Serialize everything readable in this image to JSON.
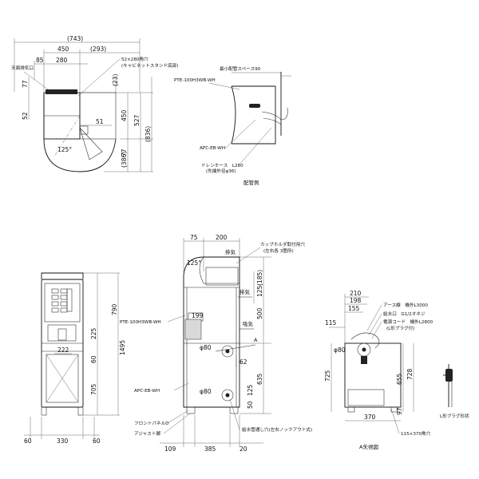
{
  "top_plan": {
    "dim_total": "(743)",
    "dim_450": "450",
    "dim_293": "(293)",
    "dim_85": "85",
    "dim_280": "280",
    "dim_23": "(23)",
    "dim_77": "77",
    "dim_52": "52",
    "dim_51": "51",
    "dim_450v": "450",
    "dim_527": "527",
    "dim_836": "(836)",
    "dim_77b": "77",
    "dim_386": "(386)",
    "angle": "125°",
    "label_hole": "52×280角穴",
    "label_stand": "(キャビネットスタンド底部)",
    "label_vent": "天面排気口"
  },
  "piping": {
    "label_space": "最小配管スペース90",
    "label_unit": "PTE-100H3WB-WH",
    "label_cabinet": "APC-EB-WH",
    "label_hose": "ドレンホース　L280",
    "label_hose_note": "(先端外径φ36)",
    "caption": "配管例"
  },
  "front": {
    "dim_790": "790",
    "dim_1495": "1495",
    "dim_225": "225",
    "dim_60a": "60",
    "dim_705": "705",
    "dim_222": "222",
    "dim_60l": "60",
    "dim_330": "330",
    "dim_60r": "60"
  },
  "side": {
    "dim_75": "75",
    "dim_200": "200",
    "angle": "125°",
    "label_exhaust": "排気",
    "label_holder": "カップホルダ取付用穴",
    "label_holder_note": "(左右各 3箇所)",
    "dim_185": "(185)",
    "dim_125": "125",
    "label_exhaust2": "排気",
    "dim_500": "500",
    "label_intake": "吸気",
    "dim_199": "199",
    "label_unit": "PTE-100H3WB-WH",
    "label_a": "A",
    "dim_phi80a": "φ80",
    "dim_62": "62",
    "dim_635": "635",
    "label_cabinet": "APC-EB-WH",
    "dim_phi80b": "φ80",
    "dim_125b": "125",
    "dim_50": "50",
    "label_frontpanel": "フロントパネルD",
    "label_adjuster": "アジャスト脚",
    "label_ko": "給水管通し穴(左右ノックアウト式)",
    "dim_109": "109",
    "dim_385": "385",
    "dim_20": "20"
  },
  "detail_a": {
    "dim_210": "210",
    "dim_198": "198",
    "dim_155": "155",
    "dim_115": "115",
    "label_earth": "アース線　機外L3000",
    "label_water": "給水口　G1/2オネジ",
    "label_cord": "電源コード　機外L2800",
    "label_plug": "(L形プラグ付)",
    "dim_phi80": "φ80",
    "dim_725": "725",
    "dim_655": "655",
    "dim_728": "728",
    "dim_97": "97",
    "dim_370": "370",
    "label_hole": "115×370角穴",
    "caption": "A矢視図"
  },
  "plug": {
    "caption": "L形プラグ形状"
  }
}
